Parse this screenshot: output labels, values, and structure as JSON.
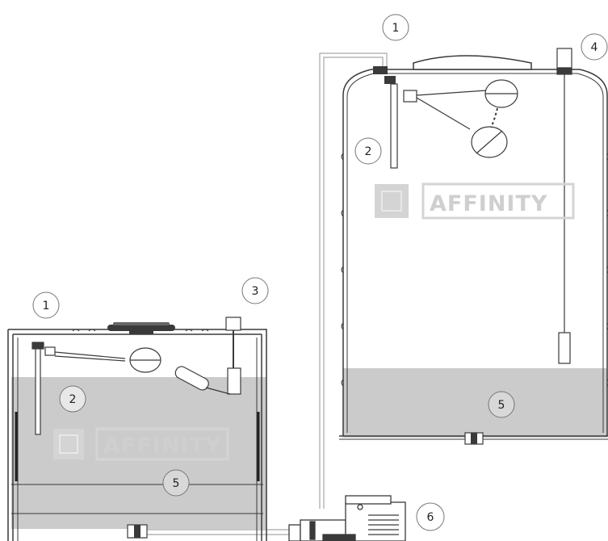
{
  "callouts": {
    "left_tank": [
      "1",
      "2",
      "3",
      "5"
    ],
    "right_tank": [
      "1",
      "2",
      "4",
      "5"
    ],
    "pump": "6"
  },
  "watermark": {
    "text": "AFFINITY"
  },
  "colors": {
    "outline": "#3a3a3a",
    "water": "#cbcbcb",
    "watermark": "#cfcfcf",
    "pipe": "#bdbdbd"
  }
}
